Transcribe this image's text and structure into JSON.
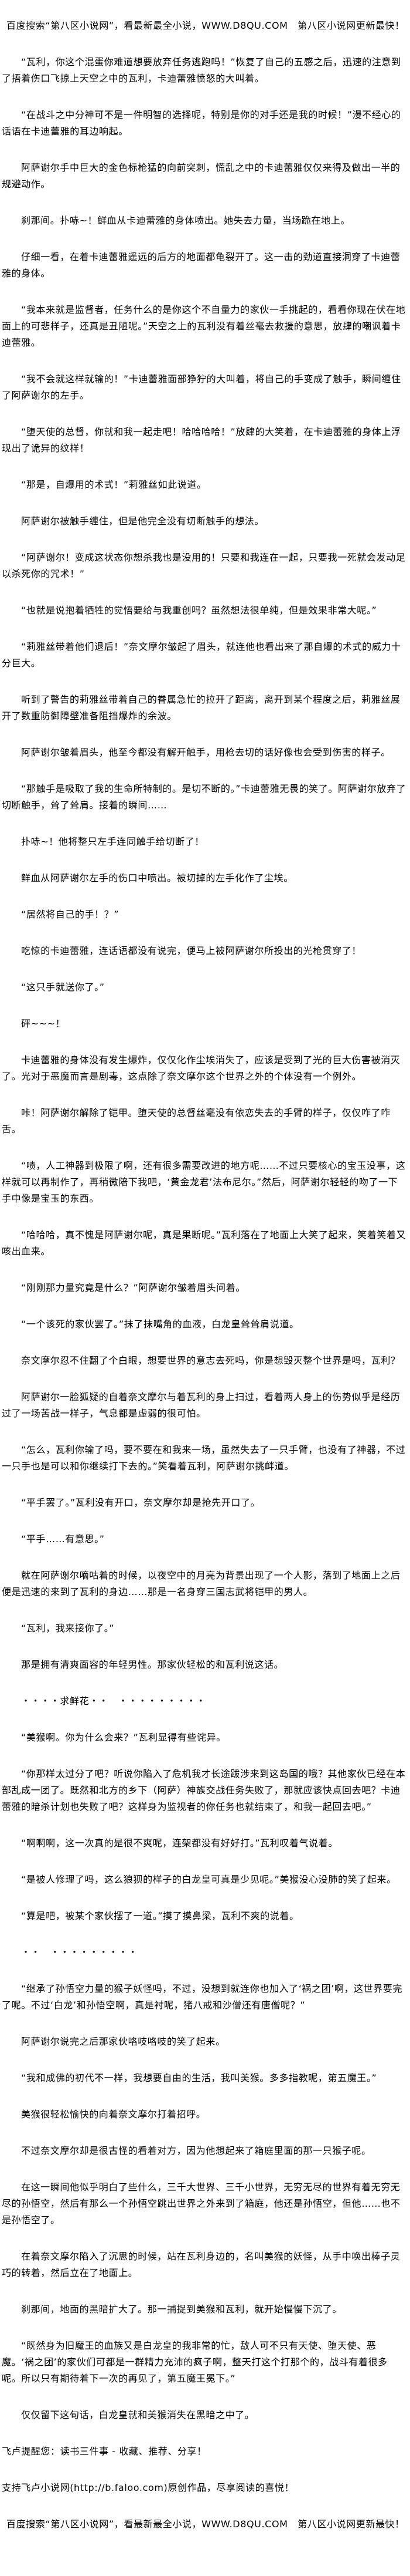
{
  "header_banner": "百度搜索“第八区小说网”，看最新最全小说，WWW.D8QU.COM　第八区小说网更新最快！",
  "paragraphs": [
    "“瓦利，你这个混蛋你难道想要放弃任务逃跑吗！”恢复了自己的五感之后，迅速的注意到了捂着伤口飞掠上天空之中的瓦利，卡迪蕾雅愤怒的大叫着。",
    "“在战斗之中分神可不是一件明智的选择呢，特别是你的对手还是我的时候！”漫不经心的话语在卡迪蕾雅的耳边响起。",
    "阿萨谢尔手中巨大的金色标枪猛的向前突刺，慌乱之中的卡迪蕾雅仅仅来得及做出一半的规避动作。",
    "刹那间。扑哧~！鲜血从卡迪蕾雅的身体喷出。她失去力量，当场跪在地上。",
    "仔细一看，在着卡迪蕾雅遥远的后方的地面都龟裂开了。这一击的劲道直接洞穿了卡迪蕾雅的身体。",
    "“我本来就是监督者，任务什么的是你这个不自量力的家伙一手挑起的，看看你现在伏在地面上的可悲样子，还真是丑陋呢。”天空之上的瓦利没有着丝毫去救援的意思，放肆的嘲讽着卡迪蕾雅。",
    "“我不会就这样就输的！”卡迪蕾雅面部狰狞的大叫着，将自己的手变成了触手，瞬间缠住了阿萨谢尔的左手。",
    "“堕天使的总督，你就和我一起走吧！哈哈哈哈！”放肆的大笑着，在卡迪蕾雅的身体上浮现出了诡异的纹样！",
    "“那是，自爆用的术式！”莉雅丝如此说道。",
    "阿萨谢尔被触手缠住，但是他完全没有切断触手的想法。",
    "“阿萨谢尔！变成这状态你想杀我也是没用的！只要和我连在一起，只要我一死就会发动足以杀死你的咒术！”",
    "“也就是说抱着牺牲的觉悟要给与我重创吗？虽然想法很单纯，但是效果非常大呢。”",
    "“莉雅丝带着他们退后！”奈文摩尔皱起了眉头，就连他也看出来了那自爆的术式的威力十分巨大。",
    "听到了警告的莉雅丝带着自己的眷属急忙的拉开了距离，离开到某个程度之后，莉雅丝展开了数重防御障壁准备阻挡爆炸的余波。",
    "阿萨谢尔皱着眉头，他至今都没有解开触手，用枪去切的话好像也会受到伤害的样子。",
    "“那触手是吸取了我的生命所特制的。是切不断的。”卡迪蕾雅无畏的笑了。阿萨谢尔放弃了切断触手，耸了耸肩。接着的瞬间……",
    "扑哧~！他将整只左手连同触手给切断了！",
    "鲜血从阿萨谢尔左手的伤口中喷出。被切掉的左手化作了尘埃。",
    "“居然将自己的手！？”",
    "吃惊的卡迪蕾雅，连话语都没有说完，便马上被阿萨谢尔所投出的光枪贯穿了！",
    "“这只手就送你了。”",
    "砰~~~！",
    "卡迪蕾雅的身体没有发生爆炸，仅仅化作尘埃消失了，应该是受到了光的巨大伤害被消灭了。光对于恶魔而言是剧毒，这点除了奈文摩尔这个世界之外的个体没有一个例外。",
    "咔！阿萨谢尔解除了铠甲。堕天使的总督丝毫没有依恋失去的手臂的样子，仅仅咋了咋舌。",
    "“啧，人工神器到极限了啊，还有很多需要改进的地方呢……不过只要核心的宝玉没事，这样就可以再制作了，再稍微陪下我吧，‘黄金龙君’法布尼尔。”然后，阿萨谢尔轻轻的吻了一下手中像是宝玉的东西。",
    "“哈哈哈，真不愧是阿萨谢尔呢，真是果断呢。”瓦利落在了地面上大笑了起来，笑着笑着又咳出血来。",
    "“刚刚那力量究竟是什么？”阿萨谢尔皱着眉头问着。",
    "“一个该死的家伙罢了。”抹了抹嘴角的血液，白龙皇耸耸肩说道。",
    "奈文摩尔忍不住翻了个白眼，想要世界的意志去死吗，你是想毁灭整个世界是吗，瓦利？",
    "阿萨谢尔一脸狐疑的自着奈文摩尔与着瓦利的身上扫过，看着两人身上的伤势似乎是经历过了一场苦战一样子，气息都是虚弱的很可怕。",
    "“怎么，瓦利你输了吗，要不要在和我来一场，虽然失去了一只手臂，也没有了神器，不过一只手也是可以和你继续打下去的。”笑看着瓦利，阿萨谢尔挑衅道。",
    "“平手罢了。”瓦利没有开口，奈文摩尔却是抢先开口了。",
    "“平手……有意思。”",
    "就在阿萨谢尔嘀咕着的时候，以夜空中的月亮为背景出现了一个人影，落到了地面上之后便是迅速的来到了瓦利的身边……那是一名身穿三国志武将铠甲的男人。",
    "“瓦利，我来接你了。”",
    "那是拥有清爽面容的年轻男性。那家伙轻松的和瓦利说这话。",
    "・・・・求鲜花・・　・・・・・・・・・",
    "“美猴啊。你为什么会来？”瓦利显得有些诧异。",
    "“你那样太过分了吧？听说你陷入了危机我才长途跋涉来到这岛国的哦？其他家伙已经在本部乱成一团了。既然和北方的乡下（阿萨）神族交战任务失败了，那就应该快点回去吧？卡迪蕾雅的暗杀计划也失败了吧？这样身为监视者的你任务也就结束了，和我一起回去吧。”",
    "“啊啊啊，这一次真的是很不爽呢，连架都没有好好打。”瓦利叹着气说着。",
    "“是被人修理了吗，这么狼狈的样子的白龙皇可真是少见呢。”美猴没心没肺的笑了起来。",
    "“算是吧，被某个家伙摆了一道。”摸了摸鼻梁，瓦利不爽的说着。",
    "・・　・・・・・・・・・",
    "“继承了孙悟空力量的猴子妖怪吗，不过，没想到就连你也加入了‘祸之团’啊，这世界要完了呢。不过‘白龙’和孙悟空啊，真是衬呢，猪八戒和沙僧还有唐僧呢？”",
    "阿萨谢尔说完之后那家伙咯吱咯吱的笑了起来。",
    "“我和成佛的初代不一样，我想要自由的生活，我叫美猴。多多指教呢，第五魔王。”",
    "美猴很轻松愉快的向着奈文摩尔打着招呼。",
    "不过奈文摩尔却是很古怪的看着对方，因为他想起来了箱庭里面的那一只猴子呢。",
    "在这一瞬间他似乎明白了些什么，三千大世界、三千小世界，无穷无尽的世界有着无穷无尽的孙悟空，然后有那么一个孙悟空跳出世界之外来到了箱庭，他还是孙悟空，但他……也不是孙悟空了。",
    "在着奈文摩尔陷入了沉思的时候，站在瓦利身边的，名叫美猴的妖怪，从手中唤出棒子灵巧的转着，然后立在了地面上。",
    "刹那间，地面的黑暗扩大了。那一捕捉到美猴和瓦利，就开始慢慢下沉了。",
    "“既然身为旧魔王的血族又是白龙皇的我非常的忙，敌人可不只有天使、堕天使、恶魔。‘祸之团’的家伙们可都是一群精力充沛的疯子啊，整天打这个打那个的，战斗有着很多呢。所以只有期待着下一次的再见了，第五魔王冕下。”",
    "仅仅留下这句话，白龙皇就和美猴消失在黑暗之中了。"
  ],
  "footer": {
    "reminder": "飞卢提醒您：读书三件事 - 收藏、推荐、分享！",
    "support": "支持飞卢小说网(http://b.faloo.com)原创作品，尽享阅读的喜悦！",
    "banner": "百度搜索“第八区小说网”，看最新最全小说，WWW.D8QU.COM　第八区小说网更新最快！"
  }
}
